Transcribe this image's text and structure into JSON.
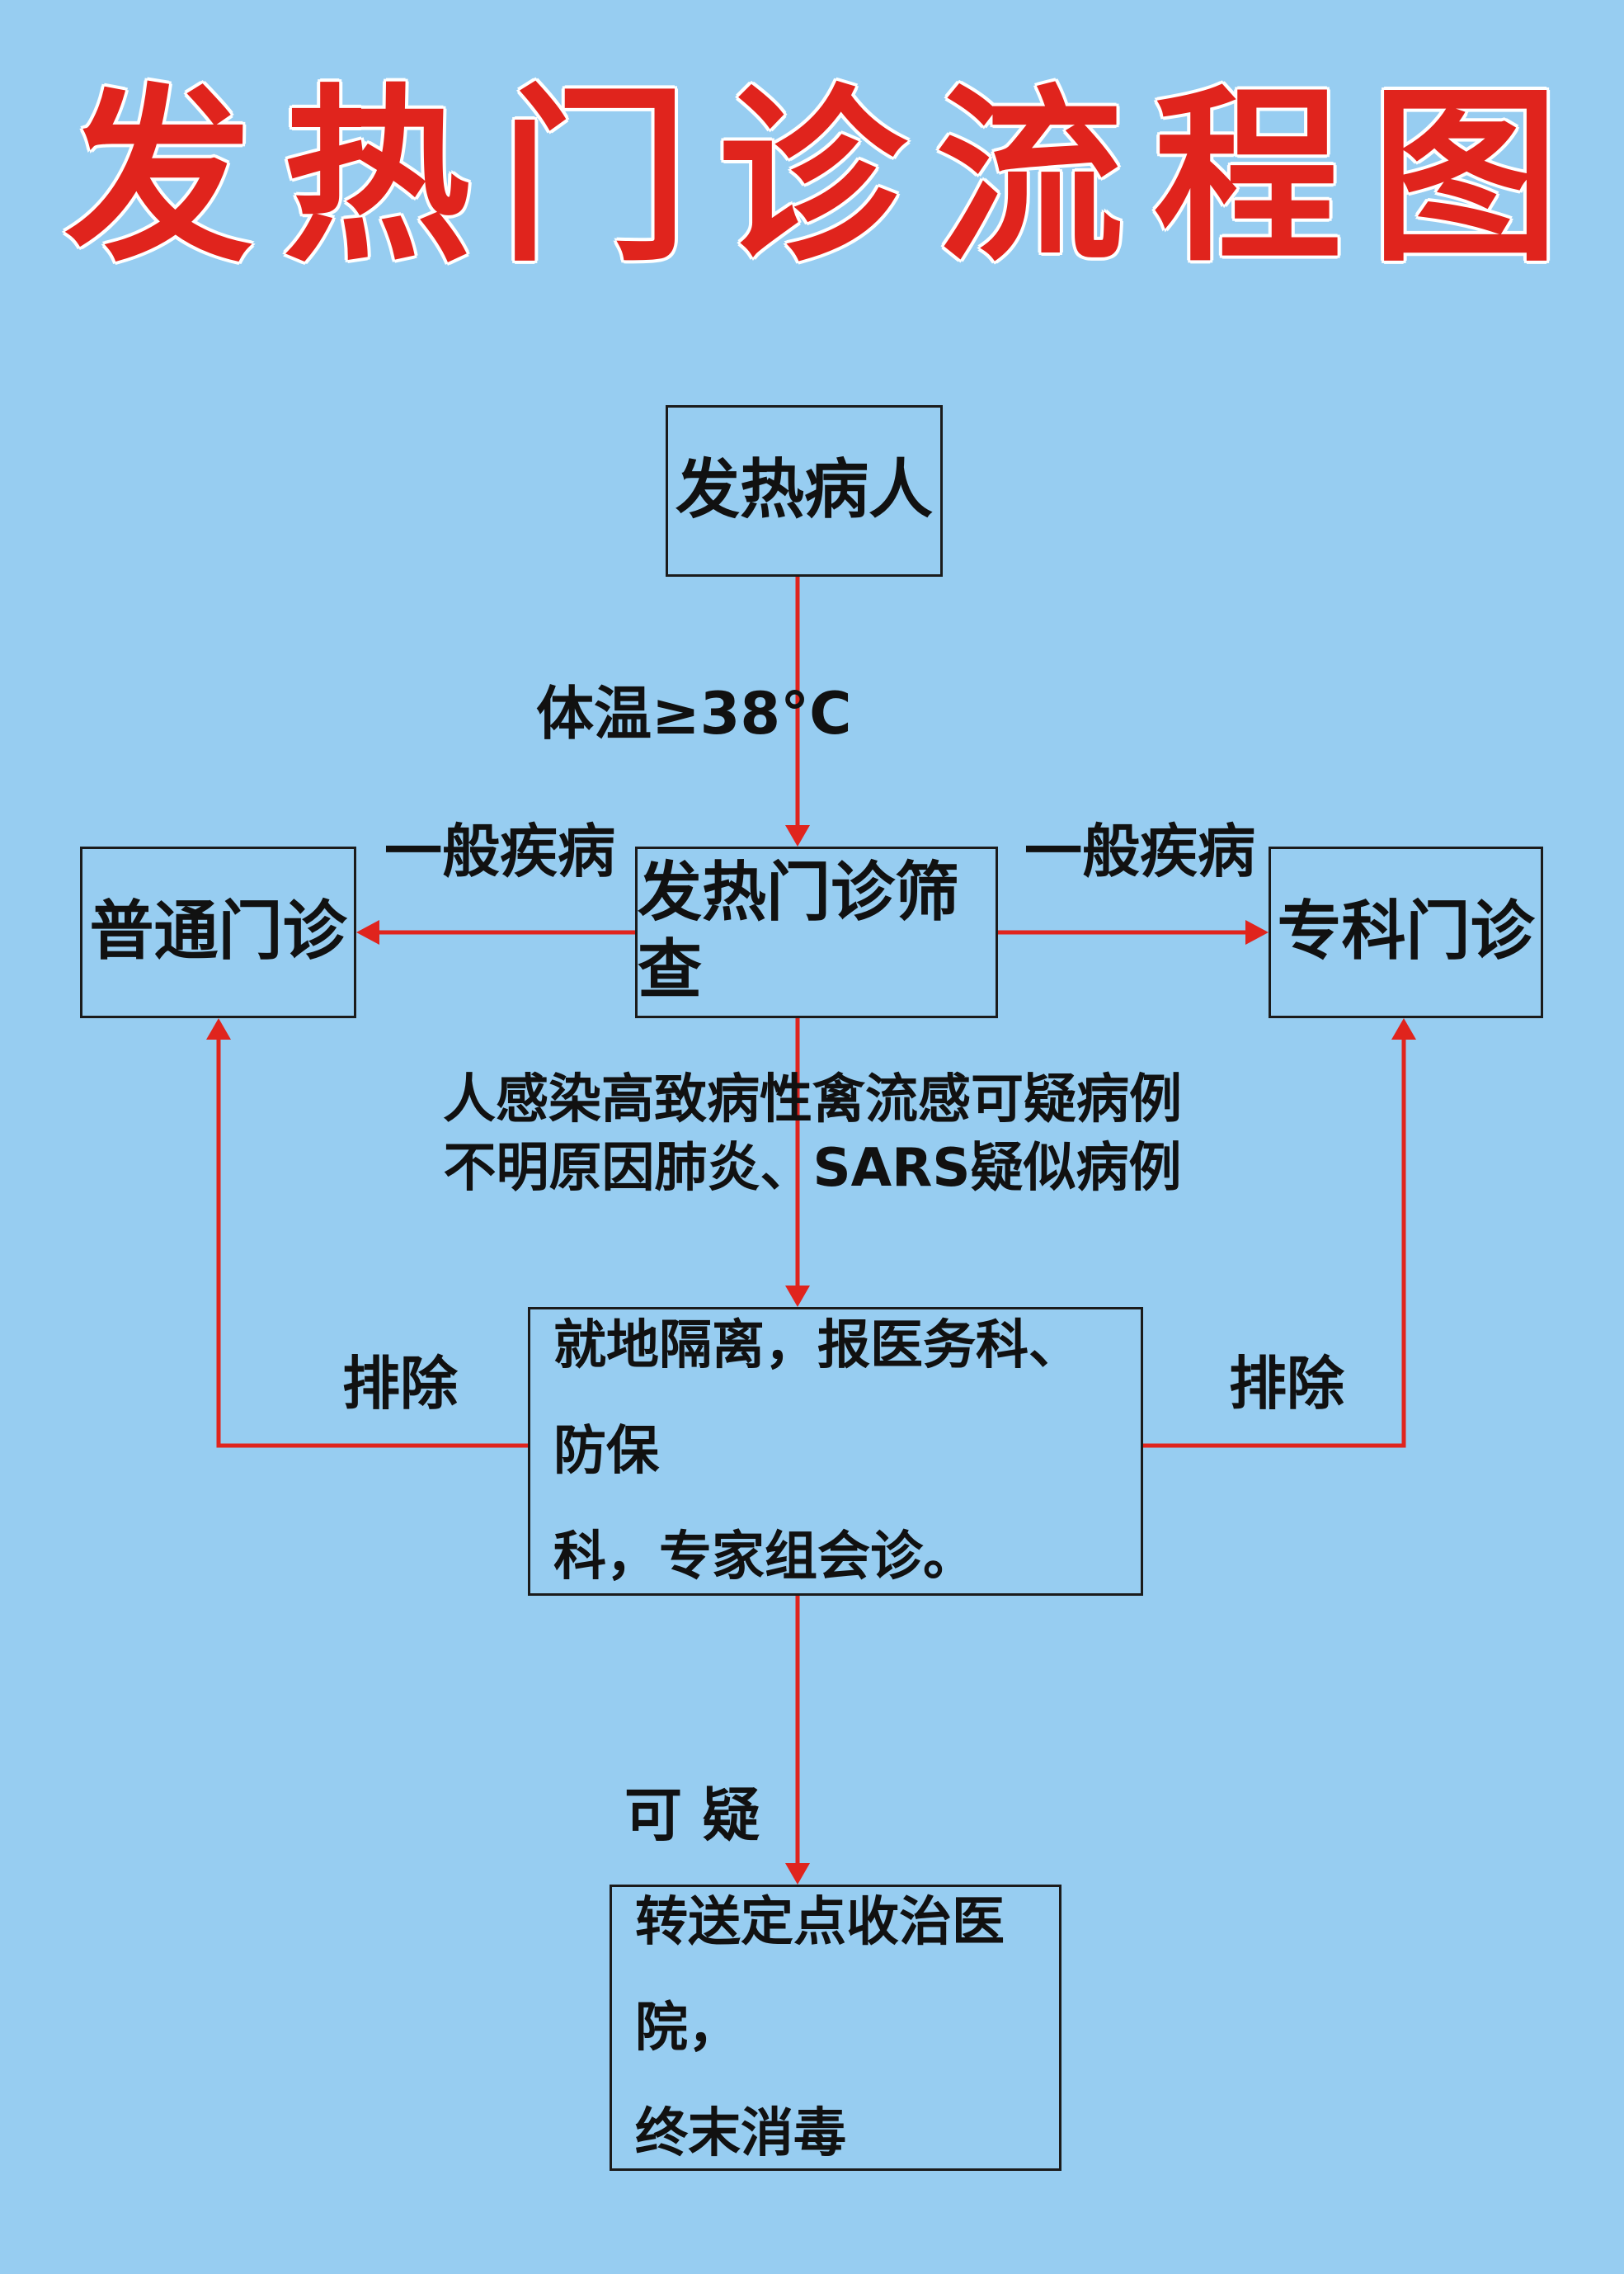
{
  "title": "发热门诊流程图",
  "nodes": {
    "patient": "发热病人",
    "screening": "发热门诊筛查",
    "general_clinic": "普通门诊",
    "specialist_clinic": "专科门诊",
    "isolation_line1": "就地隔离，报医务科、防保",
    "isolation_line2": "科，专家组会诊。",
    "transfer_line1": "转送定点收治医院，",
    "transfer_line2": "终末消毒"
  },
  "edge_labels": {
    "temperature": "体温≥38°C",
    "general_left": "一般疾病",
    "general_right": "一般疾病",
    "suspected_line1": "人感染高致病性禽流感可疑病例",
    "suspected_line2": "不明原因肺炎、SARS疑似病例",
    "exclude_left": "排除",
    "exclude_right": "排除",
    "suspicious": "可 疑"
  },
  "colors": {
    "background": "#97cdf1",
    "title": "#e0241d",
    "arrow": "#e0241d",
    "border": "#1b1b1b"
  }
}
